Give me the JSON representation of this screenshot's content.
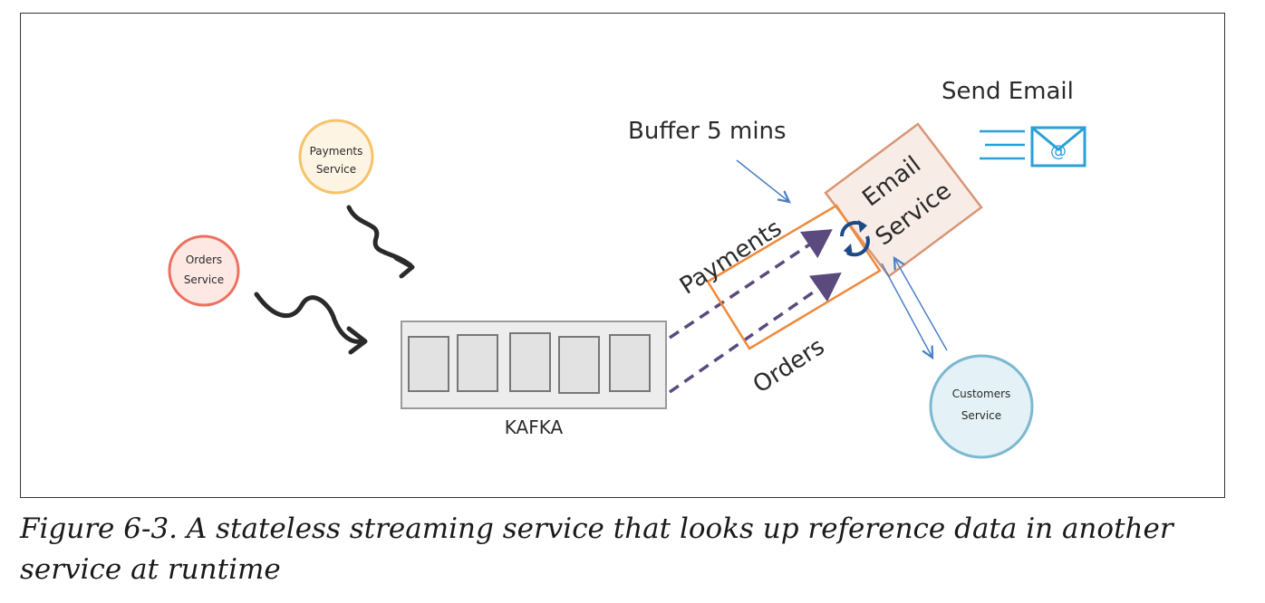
{
  "nodes": {
    "payments_service": [
      "Payments",
      "Service"
    ],
    "orders_service": [
      "Orders",
      "Service"
    ],
    "customers_service": [
      "Customers",
      "Service"
    ],
    "email_service": [
      "Email",
      "Service"
    ]
  },
  "labels": {
    "kafka": "KAFKA",
    "buffer": "Buffer 5 mins",
    "send_email": "Send Email",
    "payments_stream": "Payments",
    "orders_stream": "Orders"
  },
  "icons": {
    "email": "email-at-icon",
    "refresh": "refresh-cycle-icon"
  },
  "caption": "Figure 6-3. A stateless streaming service that looks up reference data in another service at runtime",
  "colors": {
    "payments": "#f5c36a",
    "orders": "#ec7060",
    "customers": "#7ab9d0",
    "email": "#d89676",
    "window": "#ef8a3c",
    "stream_arrow": "#5a4a7e",
    "lookup_arrow": "#4a80c8",
    "envelope": "#2aa0d8"
  }
}
